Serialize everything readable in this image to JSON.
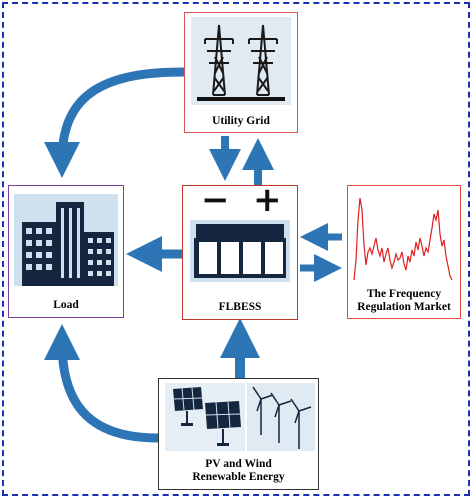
{
  "nodes": {
    "utility_grid": {
      "label": "Utility Grid",
      "border_color": "#d9534f"
    },
    "load": {
      "label": "Load",
      "border_color": "#7b3fa0"
    },
    "flbess": {
      "label": "FLBESS",
      "minus_symbol": "−",
      "plus_symbol": "+",
      "border_color": "#c0392b"
    },
    "market": {
      "label_line1": "The Frequency",
      "label_line2": "Regulation Market",
      "border_color": "#e74c3c"
    },
    "renewables": {
      "label_line1": "PV and Wind",
      "label_line2": "Renewable Energy",
      "border_color": "#333333"
    }
  },
  "colors": {
    "arrow": "#2e75b6",
    "frame": "#1a2fb8",
    "signal": "#e02020"
  },
  "icons": [
    "transmission-tower-icon",
    "buildings-icon",
    "battery-icon",
    "frequency-signal-icon",
    "solar-panel-icon",
    "wind-turbine-icon"
  ]
}
